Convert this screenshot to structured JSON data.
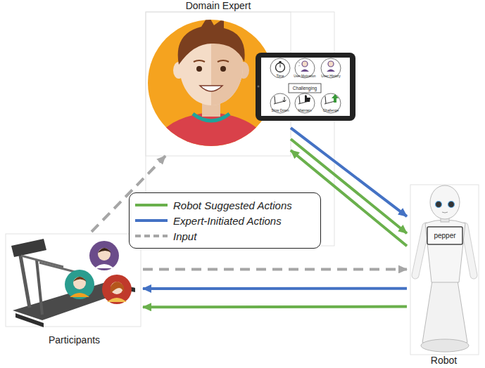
{
  "diagram": {
    "nodes": [
      {
        "text": [
          "Domain Expert"
        ]
      },
      {
        "text": [
          "Participants"
        ]
      },
      {
        "text": [
          "Robot"
        ]
      }
    ],
    "edges": [
      {
        "from": 1,
        "to": 0,
        "arrow": "to"
      },
      {
        "from": 0,
        "to": 2,
        "arrow": "to"
      },
      {
        "from": 0,
        "to": 2,
        "arrow": "to"
      },
      {
        "from": 2,
        "to": 0,
        "arrow": "to"
      },
      {
        "from": 1,
        "to": 2,
        "arrow": "to"
      },
      {
        "from": 2,
        "to": 1,
        "arrow": "to"
      },
      {
        "from": 2,
        "to": 1,
        "arrow": "to"
      }
    ],
    "labels": [
      "Time",
      "User Motivation",
      "User History",
      "Challenging",
      "Slow Down",
      "Maintain",
      "Challenge",
      "pepper"
    ],
    "legend": [
      {
        "text": "Robot Suggested Actions"
      },
      {
        "text": "Expert-Initiated Actions"
      },
      {
        "text": "Input"
      }
    ]
  }
}
